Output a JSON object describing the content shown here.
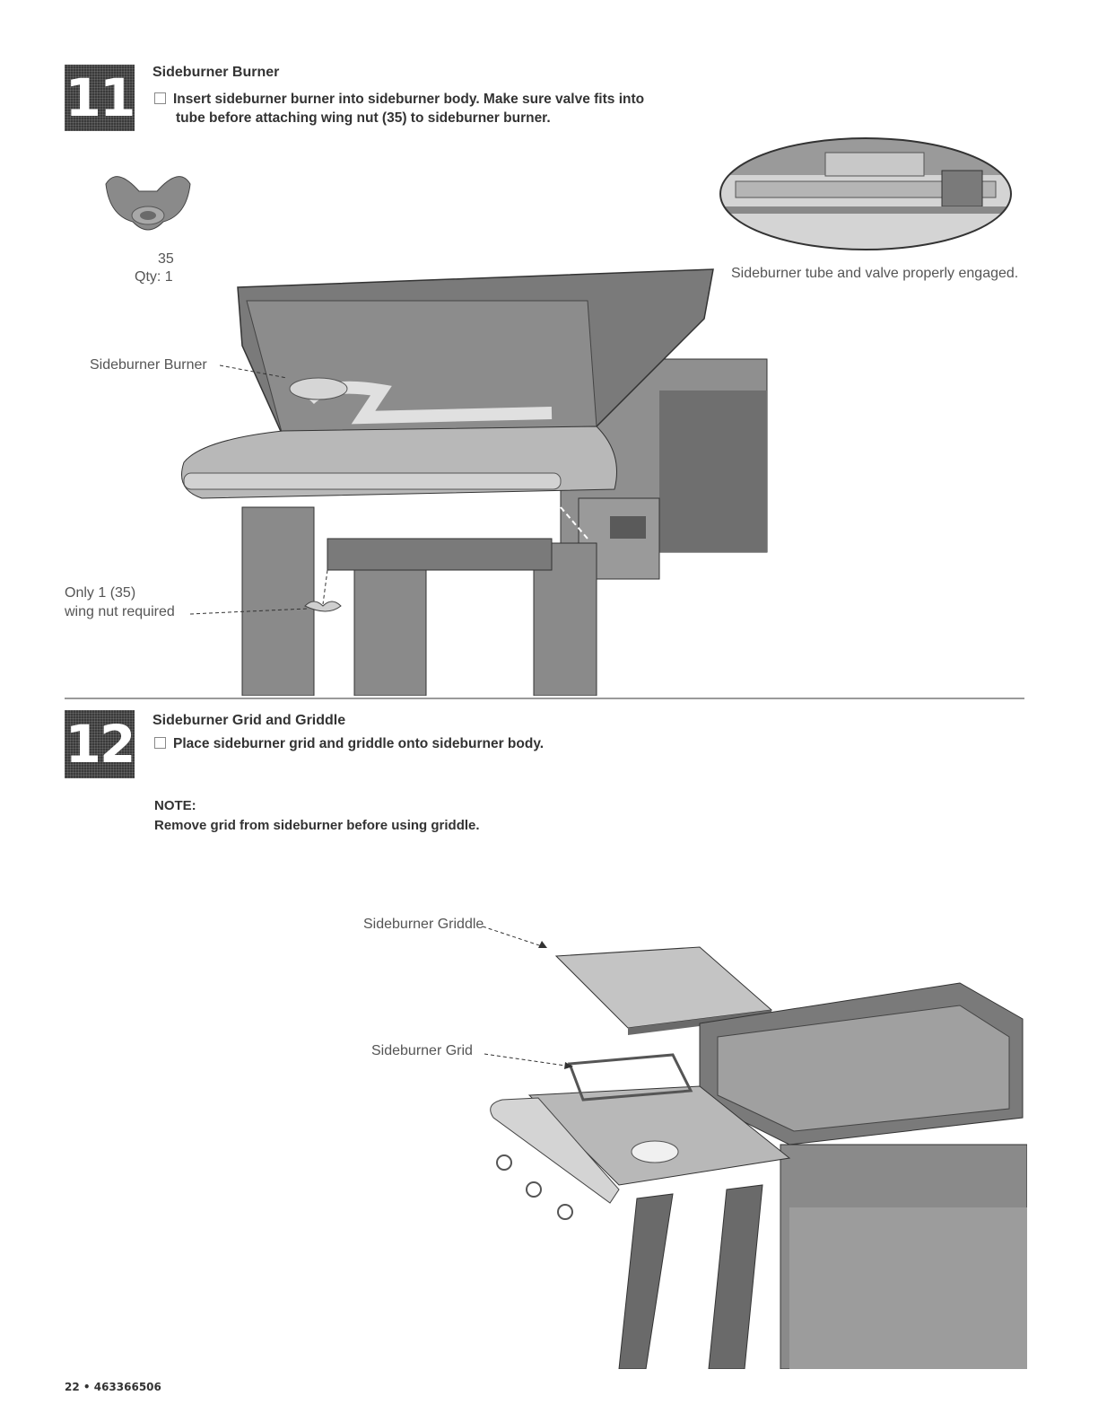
{
  "step11": {
    "number": "11",
    "title": "Sideburner Burner",
    "instruction_line1": "Insert sideburner burner into sideburner body. Make sure valve fits into",
    "instruction_line2": "tube before attaching  wing nut (35) to sideburner burner.",
    "part_number": "35",
    "part_qty": "Qty: 1",
    "callout_burner": "Sideburner Burner",
    "callout_wingnut_line1": "Only 1 (35)",
    "callout_wingnut_line2": "wing nut required",
    "inset_caption": "Sideburner tube and valve properly engaged."
  },
  "step12": {
    "number": "12",
    "title": "Sideburner Grid and Griddle",
    "instruction": "Place sideburner grid and griddle onto sideburner body.",
    "note_heading": "NOTE:",
    "note_text": "Remove grid from sideburner before using griddle.",
    "callout_griddle": "Sideburner Griddle",
    "callout_grid": "Sideburner Grid"
  },
  "footer": {
    "page_text": "22 • 463366506"
  }
}
